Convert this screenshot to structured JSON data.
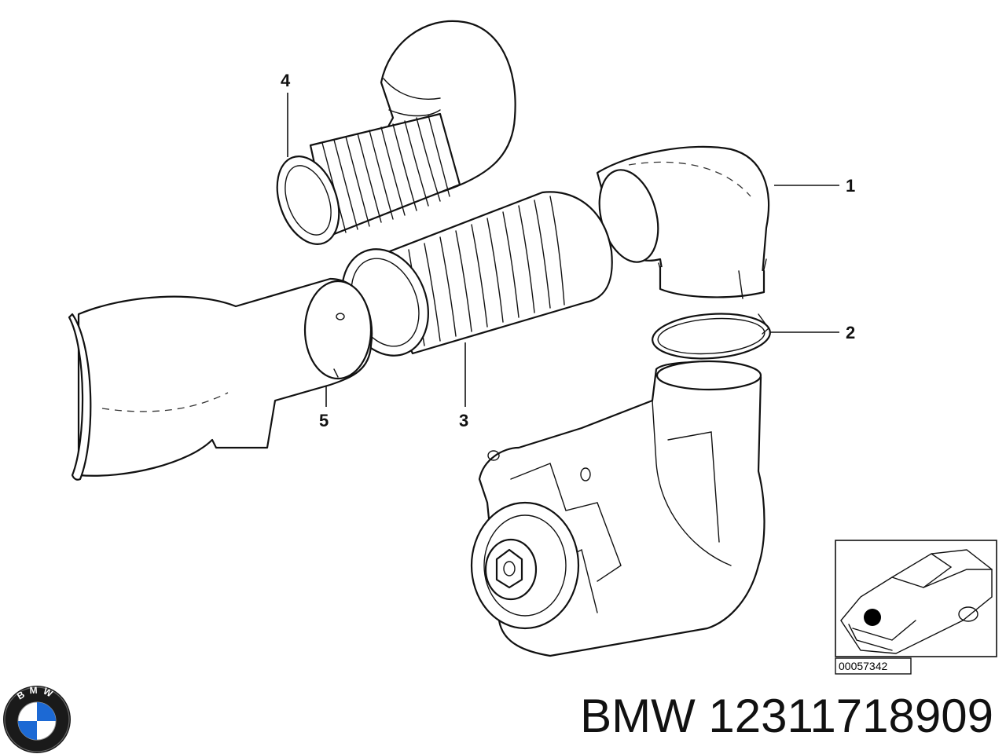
{
  "callouts": [
    {
      "id": "1",
      "label": "1"
    },
    {
      "id": "2",
      "label": "2"
    },
    {
      "id": "3",
      "label": "3"
    },
    {
      "id": "4",
      "label": "4"
    },
    {
      "id": "5",
      "label": "5"
    }
  ],
  "inset": {
    "diagram_number": "00057342"
  },
  "logo": {
    "text": "BMW"
  },
  "caption": {
    "brand": "BMW",
    "part_number": "12311718909"
  }
}
